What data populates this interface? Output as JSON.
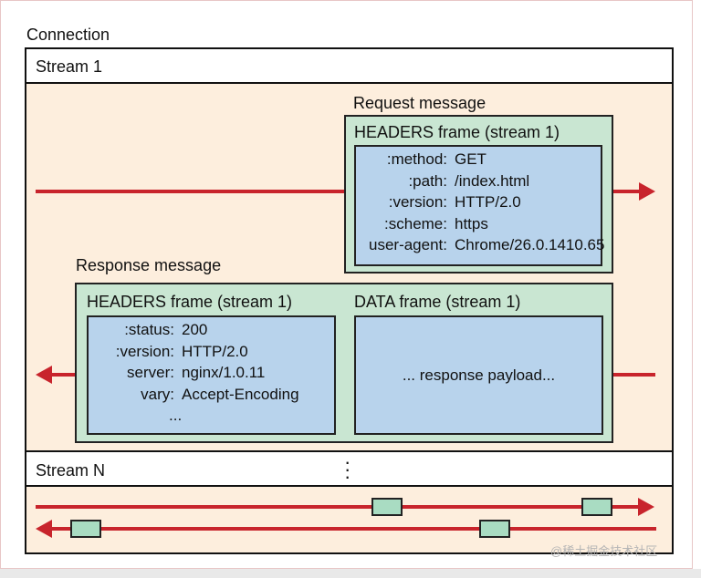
{
  "connection": {
    "label": "Connection"
  },
  "stream1": {
    "label": "Stream 1",
    "request": {
      "label": "Request message",
      "frame_title": "HEADERS frame (stream 1)",
      "headers": [
        {
          "key": ":method:",
          "value": "GET"
        },
        {
          "key": ":path:",
          "value": "/index.html"
        },
        {
          "key": ":version:",
          "value": "HTTP/2.0"
        },
        {
          "key": ":scheme:",
          "value": "https"
        },
        {
          "key": "user-agent:",
          "value": "Chrome/26.0.1410.65"
        }
      ]
    },
    "response": {
      "label": "Response message",
      "headers_frame_title": "HEADERS frame (stream 1)",
      "headers": [
        {
          "key": ":status:",
          "value": "200"
        },
        {
          "key": ":version:",
          "value": "HTTP/2.0"
        },
        {
          "key": "server:",
          "value": "nginx/1.0.11"
        },
        {
          "key": "vary:",
          "value": "Accept-Encoding"
        },
        {
          "key": "",
          "value": "..."
        }
      ],
      "data_frame_title": "DATA frame (stream 1)",
      "payload": "... response payload..."
    }
  },
  "streamN": {
    "label": "Stream N"
  },
  "watermark": "@稀土掘金技术社区",
  "colors": {
    "arrow": "#c8242c",
    "stream_body": "#fdeedd",
    "frame_green": "#c9e6d2",
    "frame_blue": "#b8d3ec"
  }
}
